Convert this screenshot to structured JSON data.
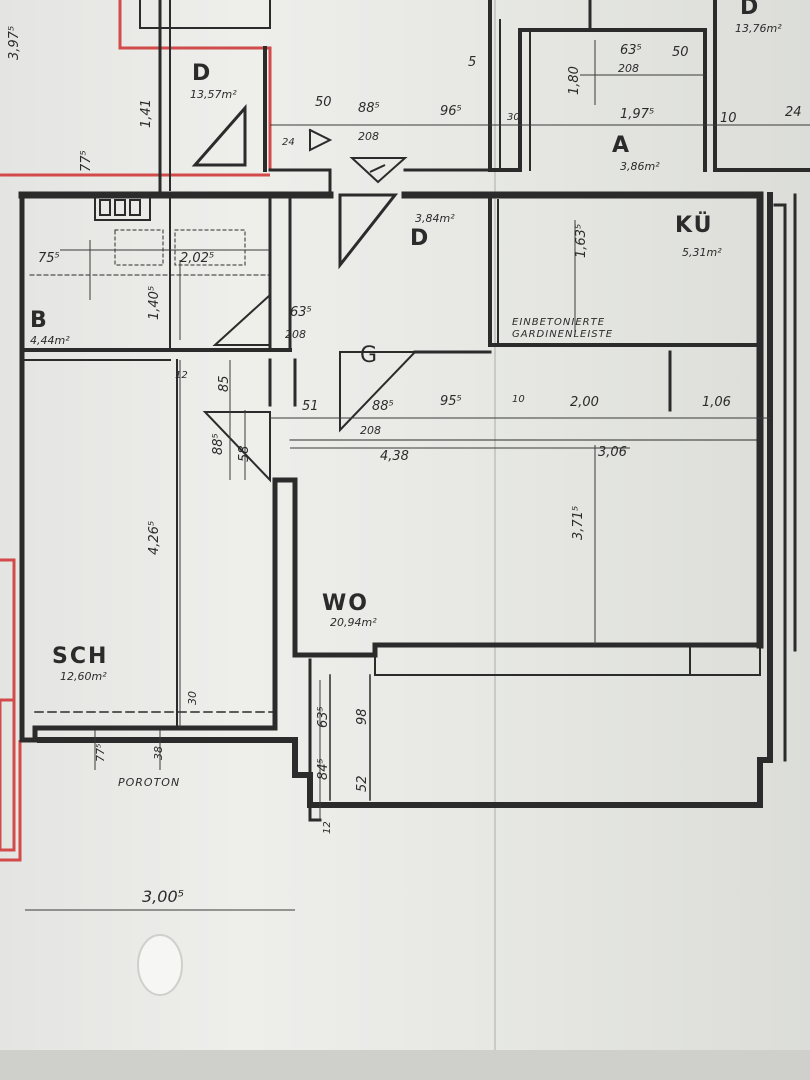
{
  "plan": {
    "rooms": {
      "d_top": {
        "code": "D",
        "area": "13,57m²"
      },
      "d_tr": {
        "code": "D",
        "area": "13,76m²"
      },
      "a": {
        "code": "A",
        "area": "3,86m²"
      },
      "d_mid": {
        "code": "D",
        "area": "3,84m²"
      },
      "ku": {
        "code": "KÜ",
        "area": "5,31m²"
      },
      "b": {
        "code": "B",
        "area": "4,44m²"
      },
      "g": {
        "code": "G"
      },
      "sch": {
        "code": "SCH",
        "area": "12,60m²"
      },
      "wo": {
        "code": "WO",
        "area": "20,94m²"
      }
    },
    "notes": {
      "gardinen_1": "EINBETONIERTE",
      "gardinen_2": "GARDINENLEISTE",
      "poroton": "POROTON"
    },
    "dims": {
      "d397": "3,97⁵",
      "d141": "1,41",
      "d50a": "50",
      "d885": "88⁵",
      "d965": "96⁵",
      "d208a": "208",
      "d5": "5",
      "d180": "1,80",
      "d635a": "63⁵",
      "d208b": "208",
      "d50b": "50",
      "d1975": "1,97⁵",
      "d10a": "10",
      "d24a": "24",
      "d24b": "24",
      "d30": "30",
      "d775a": "77⁵",
      "d755": "75⁵",
      "d2025": "2,02⁵",
      "d1405": "1,40⁵",
      "d1635": "1,63⁵",
      "d635b": "63⁵",
      "d208c": "208",
      "d12": "12",
      "d85": "85",
      "d51": "51",
      "d885b": "88⁵",
      "d955": "95⁵",
      "d10b": "10",
      "d200": "2,00",
      "d106": "1,06",
      "d208d": "208",
      "d438": "4,38",
      "d306": "3,06",
      "d885c": "88⁵",
      "d58": "58",
      "d4265": "4,26⁵",
      "d3715": "3,71⁵",
      "d30b": "30",
      "d635c": "63⁵",
      "d98": "98",
      "d845": "84⁵",
      "d52": "52",
      "d775b": "77⁵",
      "d38": "38",
      "d12b": "12",
      "d3005": "3,00⁵"
    }
  }
}
